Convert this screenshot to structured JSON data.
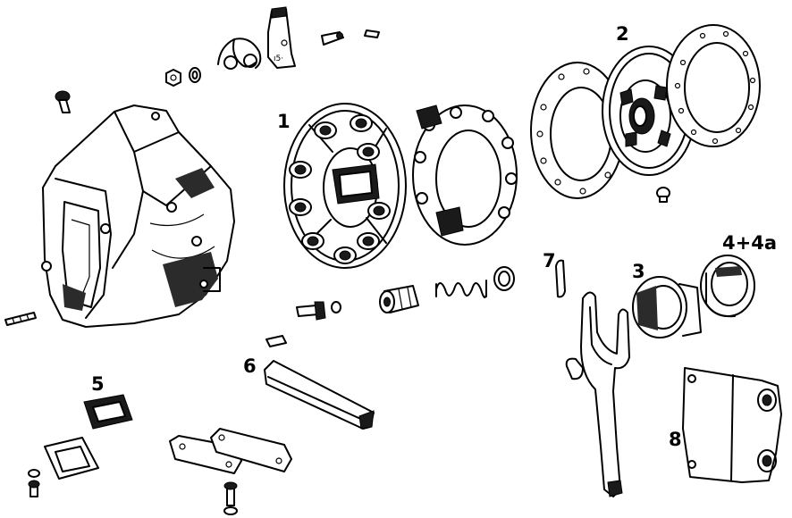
{
  "callouts": {
    "c1": "1",
    "c2": "2",
    "c3": "3",
    "c4": "4+4a",
    "c5": "5",
    "c6": "6",
    "c7": "7",
    "c8": "8"
  },
  "colors": {
    "ink": "#000000",
    "paper": "#ffffff"
  }
}
